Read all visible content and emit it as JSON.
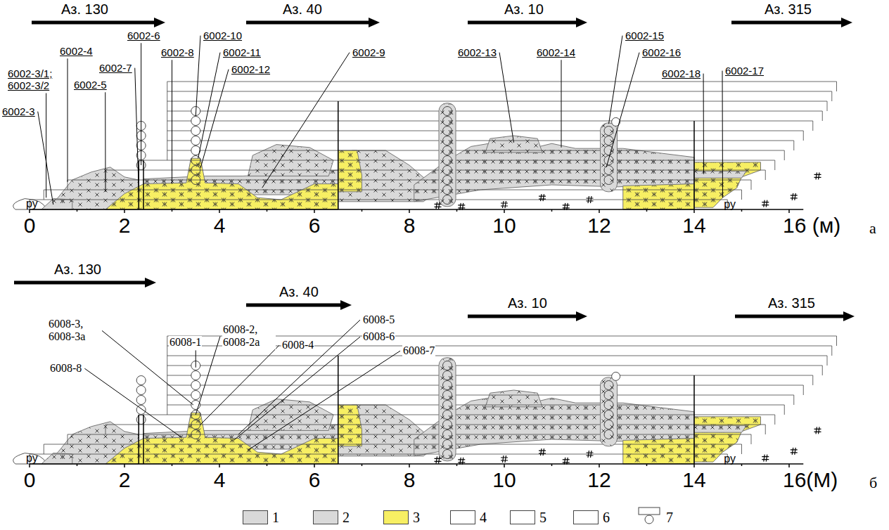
{
  "diagram": {
    "labels": [
      "Аз. 130",
      "Аз. 40",
      "Аз. 10",
      "Аз. 315",
      "6002-3/1; 6002-3/2",
      "6002-4",
      "6002-3",
      "6002-7",
      "6002-5",
      "6002-6",
      "6002-8",
      "6002-10",
      "6002-11",
      "6002-12",
      "6002-9",
      "6002-13",
      "6002-14",
      "6002-15",
      "6002-16",
      "6002-18",
      "6002-17",
      "ру",
      "ру",
      "0",
      "2",
      "4",
      "6",
      "8",
      "10",
      "12",
      "14",
      "16 (м)",
      "а",
      "Аз. 130",
      "Аз. 40",
      "Аз. 10",
      "Аз. 315",
      "6008-3, 6008-3а",
      "6008-8",
      "6008-1",
      "6008-2, 6008-2а",
      "6008-4",
      "6008-5",
      "6008-6",
      "6008-7",
      "ру",
      "ру",
      "0",
      "2",
      "4",
      "6",
      "8",
      "10",
      "12",
      "14",
      "16(М)",
      "б",
      "х",
      "х ж",
      "ж",
      "ру",
      "#",
      "4"
    ],
    "legend": [
      {
        "text": "1",
        "color": "#d9d9d9"
      },
      {
        "text": "2",
        "color": "#d9d9d9"
      },
      {
        "text": "3",
        "color": "#f7ef63"
      },
      {
        "text": "4"
      },
      {
        "text": "5"
      },
      {
        "text": "6"
      },
      {
        "text": "7"
      }
    ]
  }
}
